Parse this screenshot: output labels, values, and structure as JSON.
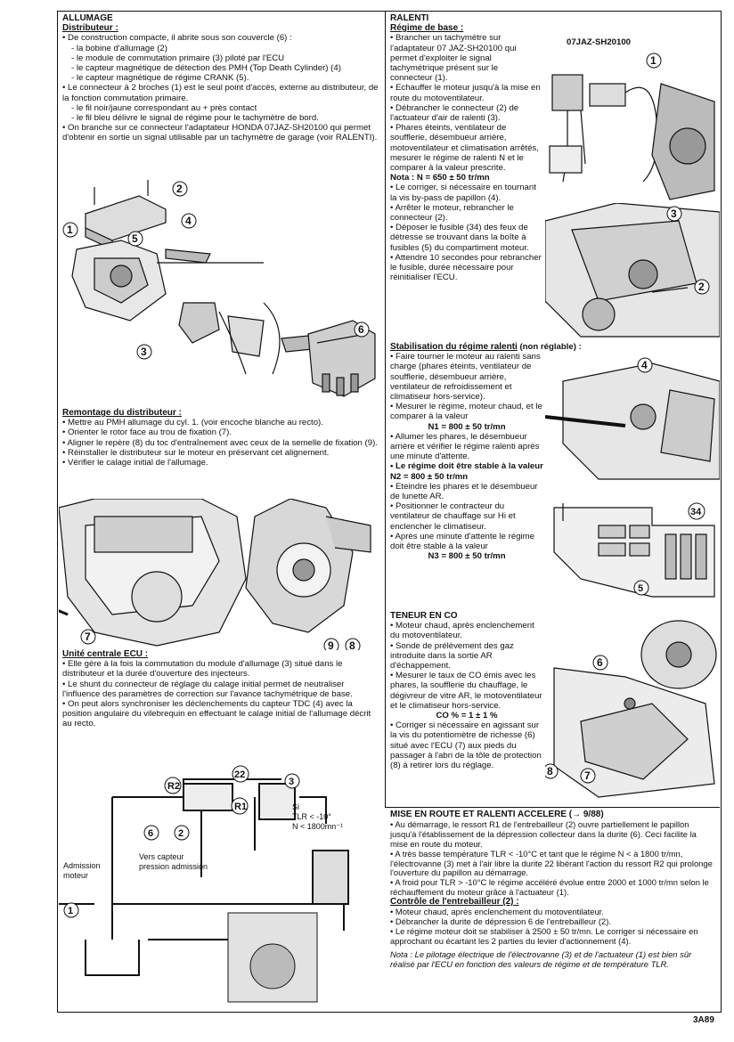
{
  "allumage": {
    "title": "ALLUMAGE",
    "distrib_heading": "Distributeur :",
    "distrib_lines": [
      "• De construction compacte, il abrite sous son couvercle (6) :",
      "- la bobine d'allumage (2)",
      "- le module de commutation primaire (3) piloté par l'ECU",
      "- le capteur magnétique de détection des PMH (Top Death Cylinder) (4)",
      "- le capteur magnétique de régime CRANK (5).",
      "• Le connecteur à 2 broches (1) est le seul point d'accès, externe au distributeur, de la fonction commutation primaire.",
      "- le fil noir/jaune correspondant au + près contact",
      "- le fil bleu délivre le signal de régime pour le tachymètre de bord.",
      "• On branche sur ce connecteur l'adaptateur HONDA 07JAZ-SH20100 qui permet d'obtenir en sortie un signal utilisable par un tachymètre de garage (voir RALENTI)."
    ],
    "remontage_heading": "Remontage du distributeur :",
    "remontage_lines": [
      "• Mettre au PMH allumage du cyl. 1. (voir encoche blanche au recto).",
      "• Orienter le rotor face au trou de fixation (7).",
      "• Aligner le repère (8) du toc d'entraînement avec ceux de la semelle de fixation (9).",
      "• Réinstaller le distributeur sur le moteur en préservant cet alignement.",
      "• Vérifier le calage initial de l'allumage."
    ],
    "ecu_heading": "Unité centrale ECU :",
    "ecu_lines": [
      "• Elle gère à la fois la commutation du module d'allumage (3) situé dans le distributeur et la durée d'ouverture des injecteurs.",
      "• Le shunt du connecteur de réglage du calage initial permet de neutraliser l'influence des paramètres de correction sur l'avance tachymétrique de base.",
      "• On peut alors synchroniser les déclenchements du capteur TDC (4) avec la position angulaire du vilebrequin en effectuant le calage initial de l'allumage décrit au recto."
    ],
    "diagram_labels": {
      "vers_capteur": "Vers capteur pression admission",
      "admission": "Admission moteur",
      "si": "Si",
      "tlr": "TLR < -10°",
      "n": "N < 1800mn⁻¹",
      "r1": "R1",
      "r2": "R2",
      "n22": "22"
    }
  },
  "ralenti": {
    "title": "RALENTI",
    "base_heading": "Régime de base :",
    "base_ref": "07JAZ-SH20100",
    "base_lines": [
      "• Brancher un tachymètre sur l'adaptateur 07 JAZ-SH20100 qui permet d'exploiter le signal tachymétrique présent sur le connecteur (1).",
      "• Echauffer le moteur jusqu'à la mise en route du motoventilateur.",
      "• Débrancher le connecteur (2) de l'actuateur d'air de ralenti (3).",
      "• Phares éteints, ventilateur de soufflerie, désembueur arrière, motoventilateur et climatisation arrêtés, mesurer le régime de ralenti N et le comparer à la valeur prescrite.",
      "Nota : N = 650 ± 50 tr/mn",
      "• Le corriger, si nécessaire en tournant la vis by-pass de papillon (4).",
      "• Arrêter le moteur, rebrancher le connecteur (2).",
      "• Déposer le fusible (34) des feux de détresse se trouvant dans la boîte à fusibles (5) du compartiment moteur.",
      "• Attendre 10 secondes pour rebrancher le fusible, durée nécessaire pour réinitialiser l'ECU."
    ],
    "stab_heading": "Stabilisation du régime ralenti",
    "stab_note": "(non réglable) :",
    "stab_lines": [
      "• Faire tourner le moteur au ralenti sans charge (phares éteints, ventilateur de soufflerie, désembueur arrière, ventilateur de refroidissement et climatiseur hors-service).",
      "• Mesurer le régime, moteur chaud, et le comparer à la valeur",
      "N1 = 800 ± 50 tr/mn",
      "• Allumer les phares, le désembueur arrière et vérifier le régime ralenti après une minute d'attente.",
      "• Le régime doit être stable à la valeur N2 = 800 ± 50 tr/mn",
      "• Eteindre les phares et le désembueur de lunette AR.",
      "• Positionner le contracteur du ventilateur de chauffage sur Hi et enclencher le climatiseur.",
      "• Après une minute d'attente le régime doit être stable à la valeur",
      "N3 = 800 ± 50 tr/mn"
    ],
    "co_heading": "TENEUR EN CO",
    "co_lines": [
      "• Moteur chaud, après enclenchement du motoventilateur.",
      "• Sonde de prélèvement des gaz introduite dans la sortie AR d'échappement.",
      "• Mesurer le taux de CO émis avec les phares, la soufflerie du chauffage, le dégivreur de vitre AR, le motoventilateur et le climatiseur hors-service.",
      "CO % = 1 ± 1 %",
      "• Corriger si nécessaire en agissant sur la vis du potentiomètre de richesse (6) situé avec l'ECU (7) aux pieds du passager à l'abri de la tôle de protection (8) à retirer lors du réglage."
    ]
  },
  "mise_en_route": {
    "heading": "MISE EN ROUTE ET RALENTI ACCELERE (→ 9/88)",
    "lines": [
      "• Au démarrage, le ressort R1 de l'entrebailleur (2) ouvre partiellement le papillon jusqu'à l'établissement de la dépression collecteur dans la durite (6). Ceci facilite la mise en route du moteur.",
      "• A très basse température TLR < -10°C et tant que le régime N < à 1800 tr/mn, l'électrovanne (3) met à l'air libre la durite 22 libérant l'action du ressort R2 qui prolonge l'ouverture du papillon au démarrage.",
      "• A froid pour TLR > -10°C le régime accéléré évolue entre 2000 et 1000 tr/mn selon le réchauffement du moteur grâce à l'actuateur (1)."
    ],
    "controle_heading": "Contrôle de l'entrebailleur (2) :",
    "controle_lines": [
      "• Moteur chaud, après enclenchement du motoventilateur.",
      "• Débrancher la durite de dépression 6 de l'entrebailleur (2).",
      "• Le régime moteur doit se stabiliser à 2500 ± 50 tr/mn. Le corriger si nécessaire en approchant ou écartant les 2 parties du levier d'actionnement (4)."
    ],
    "nota": "Nota : Le pilotage électrique de l'électrovanne (3) et de l'actuateur (1) est bien sûr réalisé par l'ECU en fonction des valeurs de régime et de température TLR."
  },
  "page_number": "3A89"
}
